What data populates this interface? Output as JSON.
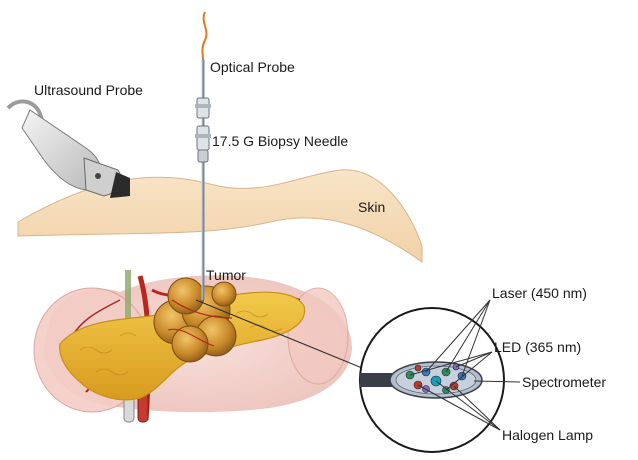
{
  "labels": {
    "optical_probe": "Optical Probe",
    "ultrasound_probe": "Ultrasound Probe",
    "biopsy_needle": "17.5 G Biopsy Needle",
    "skin": "Skin",
    "tumor": "Tumor",
    "laser": "Laser (450 nm)",
    "led": "LED (365 nm)",
    "spectrometer": "Spectrometer",
    "halogen_lamp": "Halogen Lamp"
  },
  "icons": {
    "ultrasound": "ultrasound-probe-icon",
    "needle": "biopsy-needle-icon",
    "tumor": "tumor-icon",
    "fiber_bundle": "fiber-bundle-icon"
  },
  "colors": {
    "skin": "#f6dfbf",
    "skin_edge": "#d9b48c",
    "pancreas": "#e8b531",
    "pancreas_edge": "#c78f1a",
    "tumor": "#c98a2a",
    "vessel_red": "#b8261e",
    "fiber_orange": "#e07a22",
    "organ_pink": "#f0c8c2",
    "tip_fill": "#cfd7e4"
  }
}
